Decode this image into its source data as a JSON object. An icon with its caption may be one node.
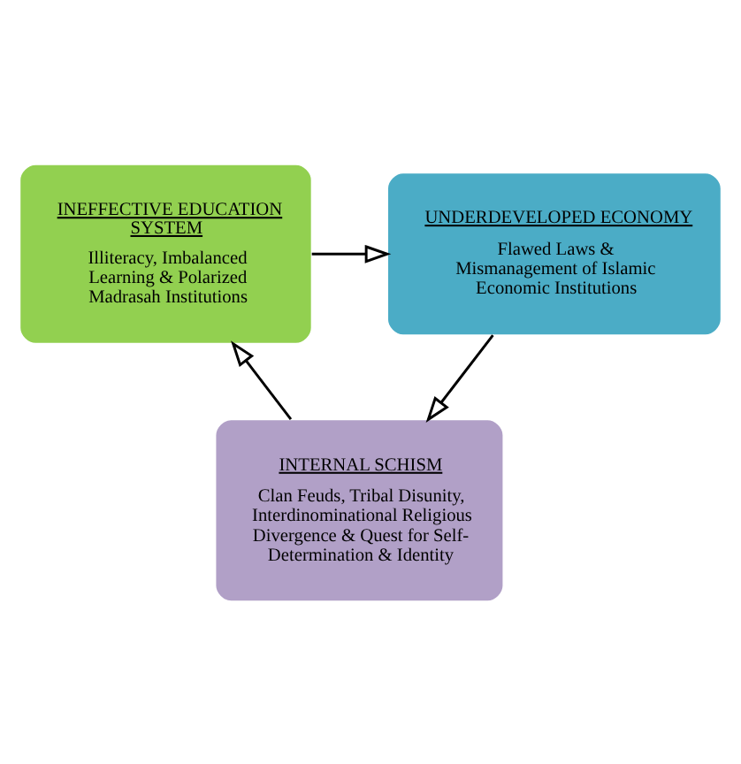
{
  "diagram": {
    "nodes": [
      {
        "text": [
          "INEFFECTIVE EDUCATION SYSTEM",
          "Illiteracy, Imbalanced Learning & Polarized Madrasah Institutions"
        ]
      },
      {
        "text": [
          "UNDERDEVELOPED ECONOMY",
          "Flawed Laws & Mismanagement of Islamic Economic Institutions"
        ]
      },
      {
        "text": [
          "INTERNAL SCHISM",
          "Clan Feuds, Tribal Disunity, Interdinominational Religious Divergence & Quest for Self-Determination & Identity"
        ]
      }
    ],
    "edges": [
      {
        "from": 0,
        "to": 1,
        "arrow": "to"
      },
      {
        "from": 1,
        "to": 2,
        "arrow": "to"
      },
      {
        "from": 2,
        "to": 0,
        "arrow": "to"
      }
    ]
  }
}
